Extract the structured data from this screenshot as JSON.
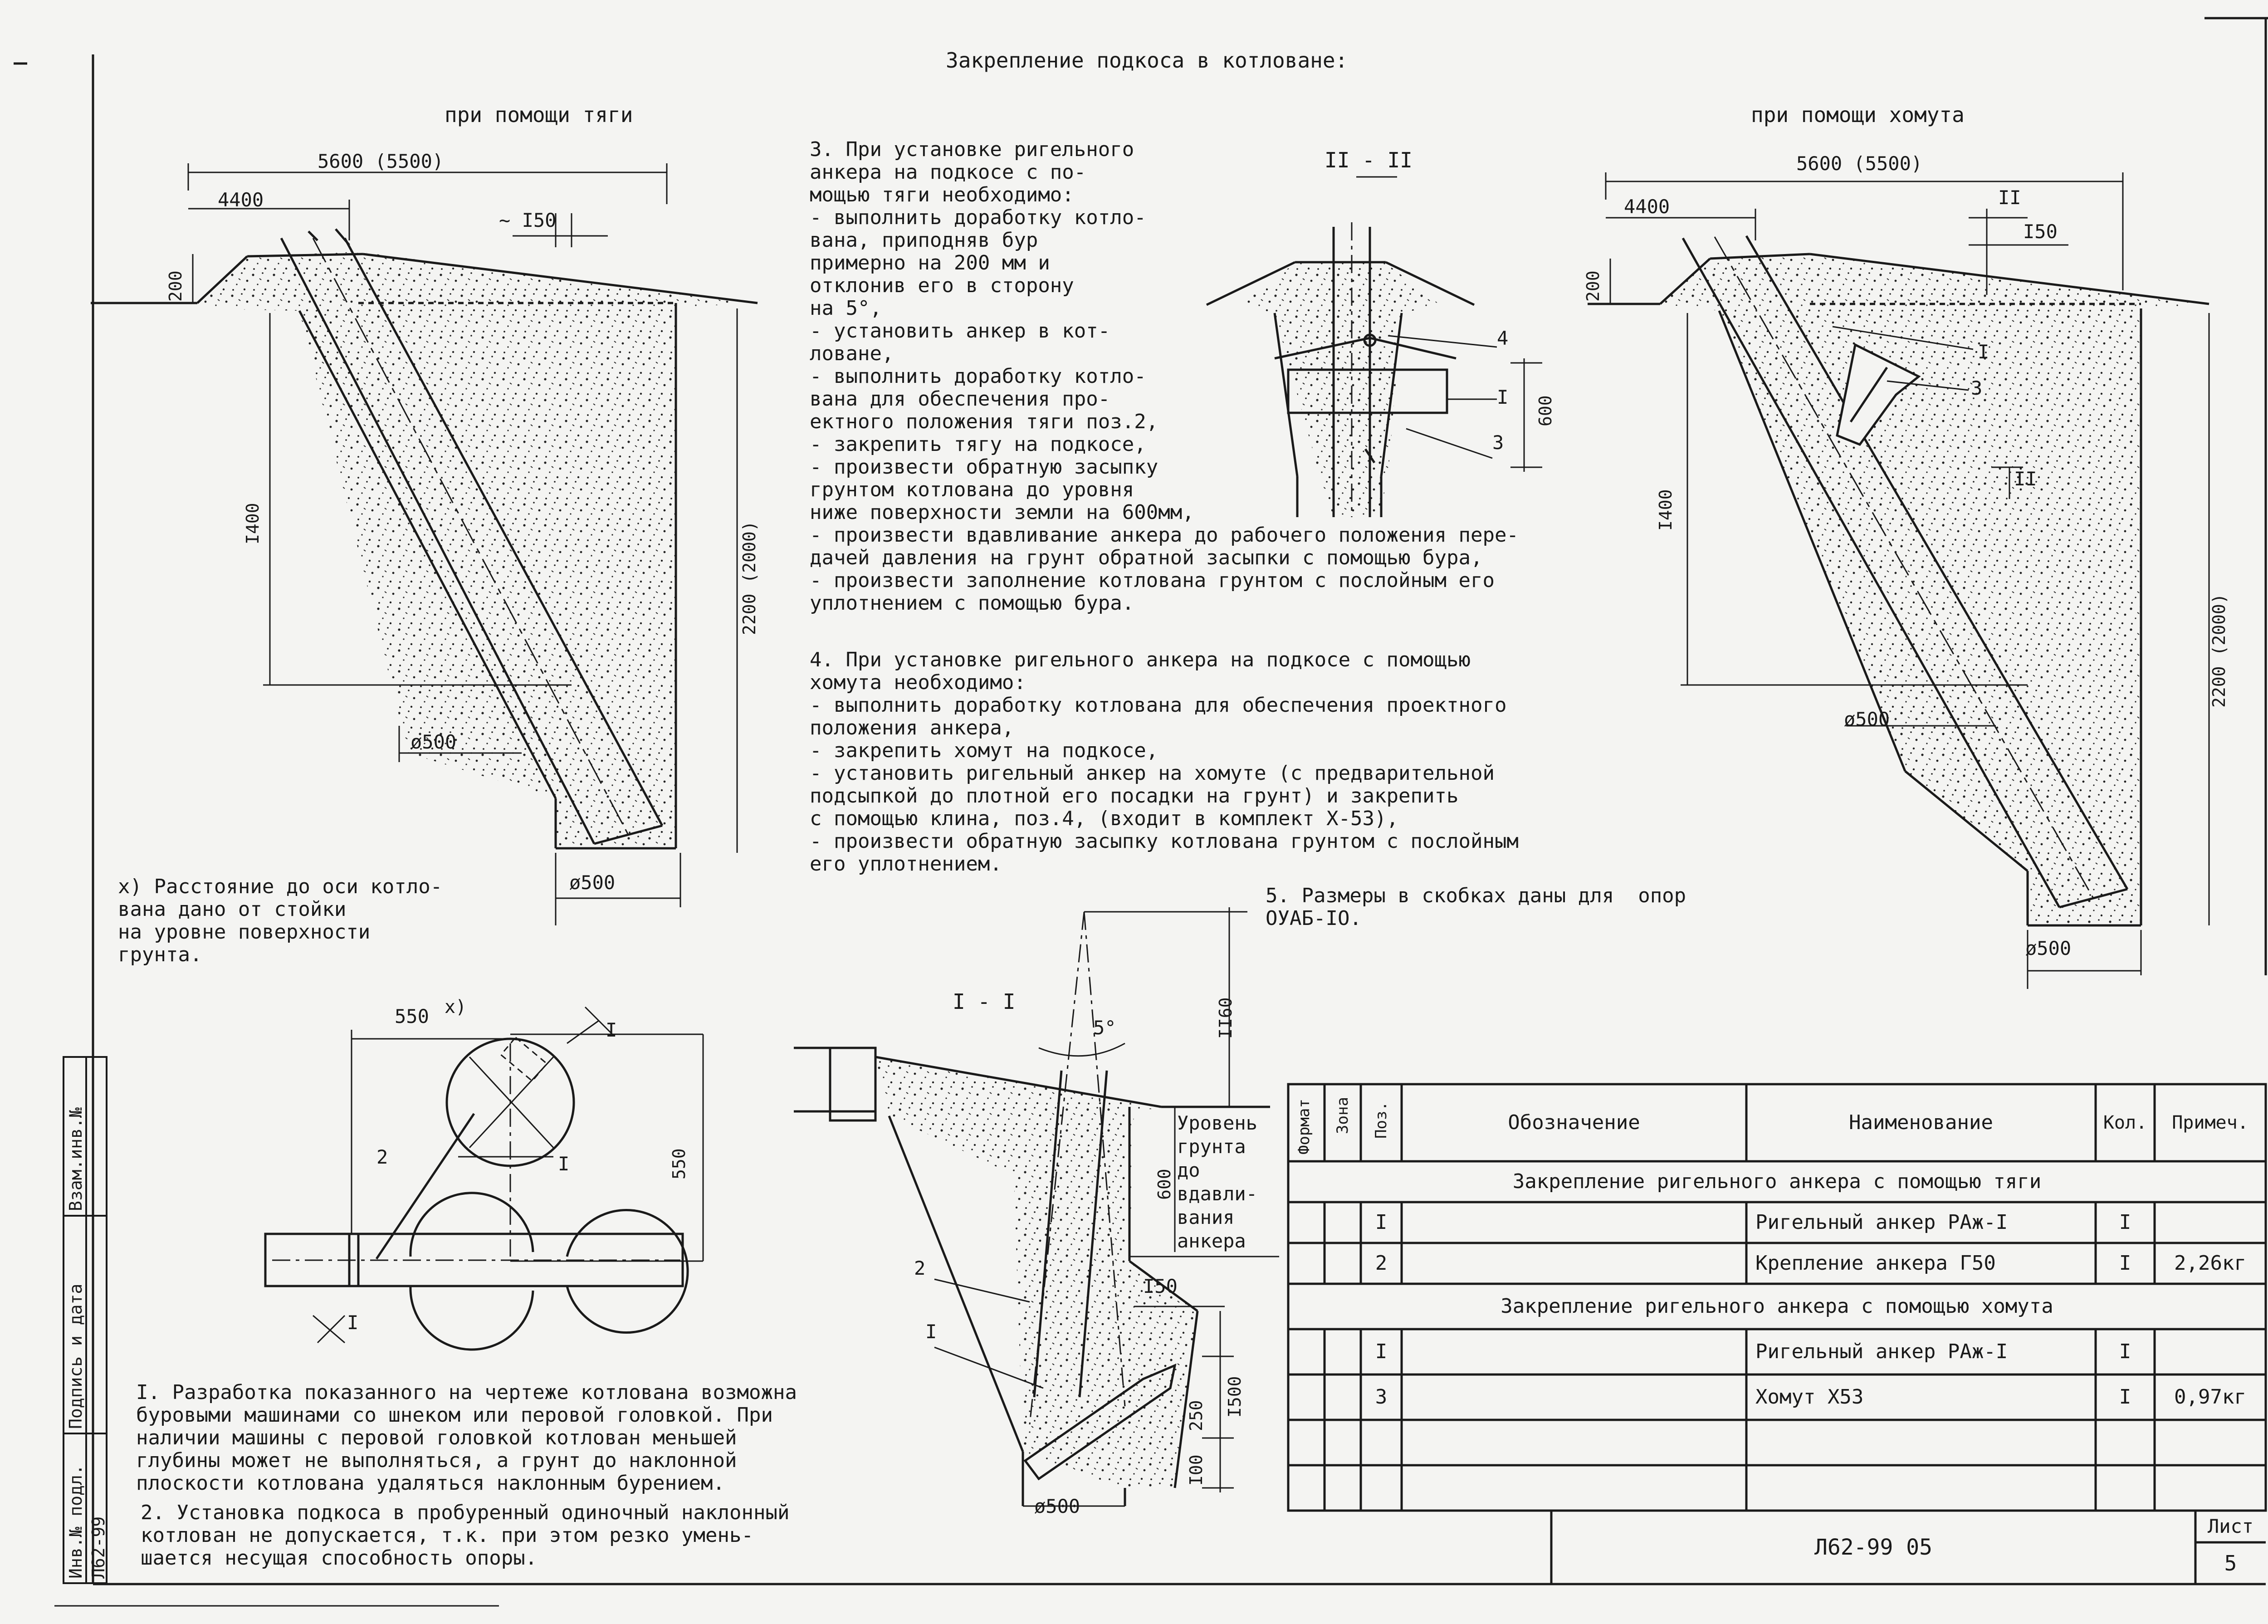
{
  "title": "Закрепление подкоса в котловане:",
  "left_view": {
    "label": "при помощи тяги",
    "dims": [
      "5600 (5500)",
      "4400",
      "~ I50",
      "200",
      "I400",
      "2200 (2000)",
      "ø500",
      "ø500"
    ]
  },
  "right_view": {
    "label": "при помощи хомута",
    "dims": [
      "5600 (5500)",
      "4400",
      "II",
      "I50",
      "200",
      "I",
      "3",
      "II",
      "I400",
      "2200 (2000)",
      "ø500",
      "ø500"
    ]
  },
  "section_pp": {
    "label": "II - II",
    "callouts": [
      "4",
      "I",
      "600",
      "3"
    ]
  },
  "section_ii": {
    "label": "I - I",
    "callouts": [
      "5°",
      "II60",
      "600",
      "Уровень",
      "грунта",
      "до",
      "вдавли-",
      "вания",
      "анкера",
      "I50",
      "I500",
      "250",
      "I00",
      "2",
      "I",
      "ø500"
    ]
  },
  "plan_view": {
    "callouts": [
      "550",
      "x)",
      "550",
      "2",
      "I",
      "I",
      "I"
    ]
  },
  "footnote_x": [
    "x) Расстояние до оси котло-",
    "вана дано от стойки",
    "на уровне поверхности",
    "грунта."
  ],
  "note3": [
    "3. При установке ригельного",
    "анкера на подкосе с по-",
    "мощью тяги необходимо:",
    "- выполнить доработку котло-",
    "вана, приподняв бур",
    "примерно на 200 мм и",
    "отклонив его в сторону",
    "на 5°,",
    "- установить анкер в кот-",
    "ловане,",
    "- выполнить доработку котло-",
    "вана для обеспечения про-",
    "ектного положения тяги поз.2,",
    "- закрепить тягу на подкосе,",
    "- произвести обратную засыпку",
    "грунтом котлована до уровня",
    "ниже поверхности земли на 600мм,",
    "- произвести вдавливание анкера до рабочего положения пере-",
    "дачей давления на грунт обратной засыпки с помощью бура,",
    "- произвести заполнение котлована грунтом с послойным его",
    "уплотнением с помощью бура."
  ],
  "note4": [
    "4. При установке ригельного анкера на подкосе с помощью",
    "хомута необходимо:",
    "- выполнить доработку котлована для обеспечения проектного",
    "положения анкера,",
    "- закрепить хомут на подкосе,",
    "- установить ригельный анкер на хомуте (с предварительной",
    "подсыпкой до плотной его посадки на грунт) и закрепить",
    "с помощью клина, поз.4, (входит в комплект X-53),",
    "- произвести обратную засыпку котлована грунтом с послойным",
    "его уплотнением."
  ],
  "note5": [
    "5. Размеры в скобках даны для  опор",
    "ОУАБ-IO."
  ],
  "note1": [
    "I. Разработка показанного на чертеже котлована возможна",
    "буровыми машинами со шнеком или перовой головкой. При",
    "наличии машины с перовой головкой котлован меньшей",
    "глубины может не выполняться, а грунт до наклонной",
    "плоскости котлована удаляться наклонным бурением."
  ],
  "note2": [
    "2. Установка подкоса в пробуренный одиночный наклонный",
    "котлован не допускается, т.к. при этом резко умень-",
    "шается несущая способность опоры."
  ],
  "spec_table": {
    "headers": {
      "format": "Формат",
      "zone": "Зона",
      "pos": "Поз.",
      "designation": "Обозначение",
      "name": "Наименование",
      "qty": "Кол.",
      "note": "Примеч."
    },
    "group1": "Закрепление ригельного анкера с помощью тяги",
    "rows1": [
      {
        "pos": "I",
        "name": "Ригельный анкер РАж-I",
        "qty": "I",
        "note": ""
      },
      {
        "pos": "2",
        "name": "Крепление анкера Г50",
        "qty": "I",
        "note": "2,26кг"
      }
    ],
    "group2": "Закрепление ригельного анкера с помощью хомута",
    "rows2": [
      {
        "pos": "I",
        "name": "Ригельный анкер РАж-I",
        "qty": "I",
        "note": ""
      },
      {
        "pos": "3",
        "name": "Хомут X53",
        "qty": "I",
        "note": "0,97кг"
      }
    ]
  },
  "title_block": {
    "code": "Л62-99 05",
    "sheet_label": "Лист",
    "sheet_number": "5"
  },
  "side_stamp": {
    "inv_podl": "Инв.№ подл.",
    "podpis_data": "Подпись и дата",
    "vzam_inv": "Взам.инв.№",
    "code": "Л62-99"
  },
  "colors": {
    "ink": "#1a1a1a",
    "paper": "#f4f4f2"
  }
}
